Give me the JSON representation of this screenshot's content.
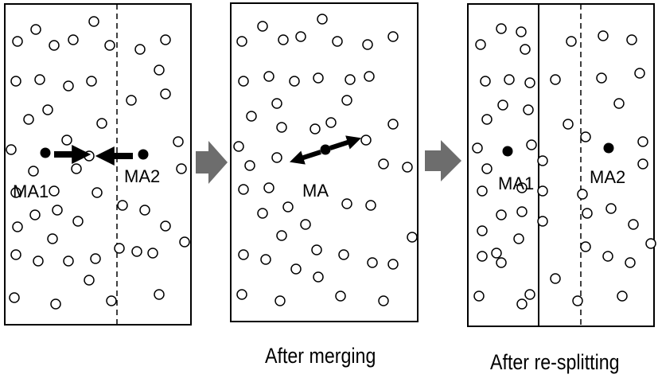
{
  "colors": {
    "ink": "#000000",
    "arrow_fill": "#6d6d6d",
    "background": "#ffffff"
  },
  "panels": [
    {
      "caption": "",
      "labels": [
        "MA1",
        "MA2"
      ]
    },
    {
      "caption": "After merging",
      "labels": [
        "MA"
      ]
    },
    {
      "caption": "After re-splitting",
      "labels": [
        "MA1",
        "MA2"
      ]
    }
  ]
}
